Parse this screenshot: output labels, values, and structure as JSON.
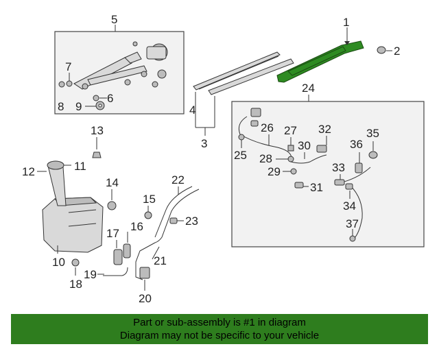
{
  "callouts": [
    {
      "id": "c1",
      "label": "1"
    },
    {
      "id": "c2",
      "label": "2"
    },
    {
      "id": "c3",
      "label": "3"
    },
    {
      "id": "c4",
      "label": "4"
    },
    {
      "id": "c5",
      "label": "5"
    },
    {
      "id": "c6",
      "label": "6"
    },
    {
      "id": "c7",
      "label": "7"
    },
    {
      "id": "c8",
      "label": "8"
    },
    {
      "id": "c9",
      "label": "9"
    },
    {
      "id": "c10",
      "label": "10"
    },
    {
      "id": "c11",
      "label": "11"
    },
    {
      "id": "c12",
      "label": "12"
    },
    {
      "id": "c13",
      "label": "13"
    },
    {
      "id": "c14",
      "label": "14"
    },
    {
      "id": "c15",
      "label": "15"
    },
    {
      "id": "c16",
      "label": "16"
    },
    {
      "id": "c17",
      "label": "17"
    },
    {
      "id": "c18",
      "label": "18"
    },
    {
      "id": "c19",
      "label": "19"
    },
    {
      "id": "c20",
      "label": "20"
    },
    {
      "id": "c21",
      "label": "21"
    },
    {
      "id": "c22",
      "label": "22"
    },
    {
      "id": "c23",
      "label": "23"
    },
    {
      "id": "c24",
      "label": "24"
    },
    {
      "id": "c25",
      "label": "25"
    },
    {
      "id": "c26",
      "label": "26"
    },
    {
      "id": "c27",
      "label": "27"
    },
    {
      "id": "c28",
      "label": "28"
    },
    {
      "id": "c29",
      "label": "29"
    },
    {
      "id": "c30",
      "label": "30"
    },
    {
      "id": "c31",
      "label": "31"
    },
    {
      "id": "c32",
      "label": "32"
    },
    {
      "id": "c33",
      "label": "33"
    },
    {
      "id": "c34",
      "label": "34"
    },
    {
      "id": "c35",
      "label": "35"
    },
    {
      "id": "c36",
      "label": "36"
    },
    {
      "id": "c37",
      "label": "37"
    }
  ],
  "highlight_part": "1",
  "colors": {
    "highlight": "#2e8b22",
    "banner": "#2e7d1e"
  },
  "banner": {
    "line1": "Part or sub-assembly is #1 in diagram",
    "line2": "Diagram may not be specific to your vehicle"
  }
}
